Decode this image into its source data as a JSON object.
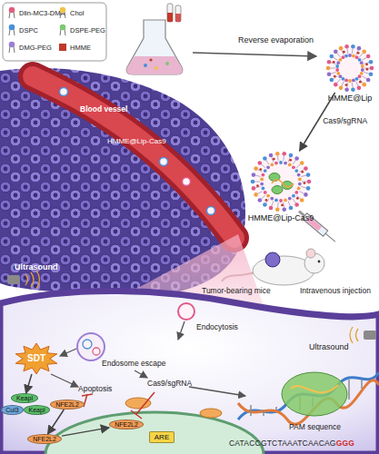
{
  "diagram": {
    "nodes": [
      {
        "text": [
          "HMME@Lip"
        ]
      },
      {
        "text": [
          "HMME@Lip-Cas9"
        ]
      },
      {
        "text": [
          "SDT"
        ]
      },
      {
        "text": [
          "Keapl"
        ]
      },
      {
        "text": [
          "Cul3"
        ]
      },
      {
        "text": [
          "Keapl"
        ]
      },
      {
        "text": [
          "NFE2L2"
        ]
      },
      {
        "text": [
          "NFE2L2"
        ]
      },
      {
        "text": [
          "NFE2L2"
        ]
      },
      {
        "text": [
          "ARE"
        ]
      }
    ],
    "edges": [
      {
        "from": 0,
        "to": 1,
        "label": "Cas9/sgRNA",
        "arrow": "to"
      },
      {
        "from": 2,
        "to": 3,
        "arrow": "to"
      },
      {
        "from": 6,
        "to": 7,
        "arrow": "to"
      },
      {
        "from": 7,
        "to": 8,
        "arrow": "to"
      }
    ],
    "labels": [
      "Reverse evaporation",
      "Blood vessel",
      "HMME@Lip-Cas9",
      "Tumor-bearing mice",
      "Intravenous injection",
      "Ultrasound",
      "Endocytosis",
      "Ultrasound",
      "Endosome escape",
      "Apoptosis",
      "Cas9/sgRNA",
      "PAM sequence",
      "CATACCGTCTAAATCAACAG",
      "GGG"
    ],
    "legend": [
      {
        "text": "Dlin-MC3-DMA"
      },
      {
        "text": "Chol"
      },
      {
        "text": "DSPC"
      },
      {
        "text": "DSPE-PEG"
      },
      {
        "text": "DMG-PEG"
      },
      {
        "text": "HMME"
      }
    ]
  }
}
